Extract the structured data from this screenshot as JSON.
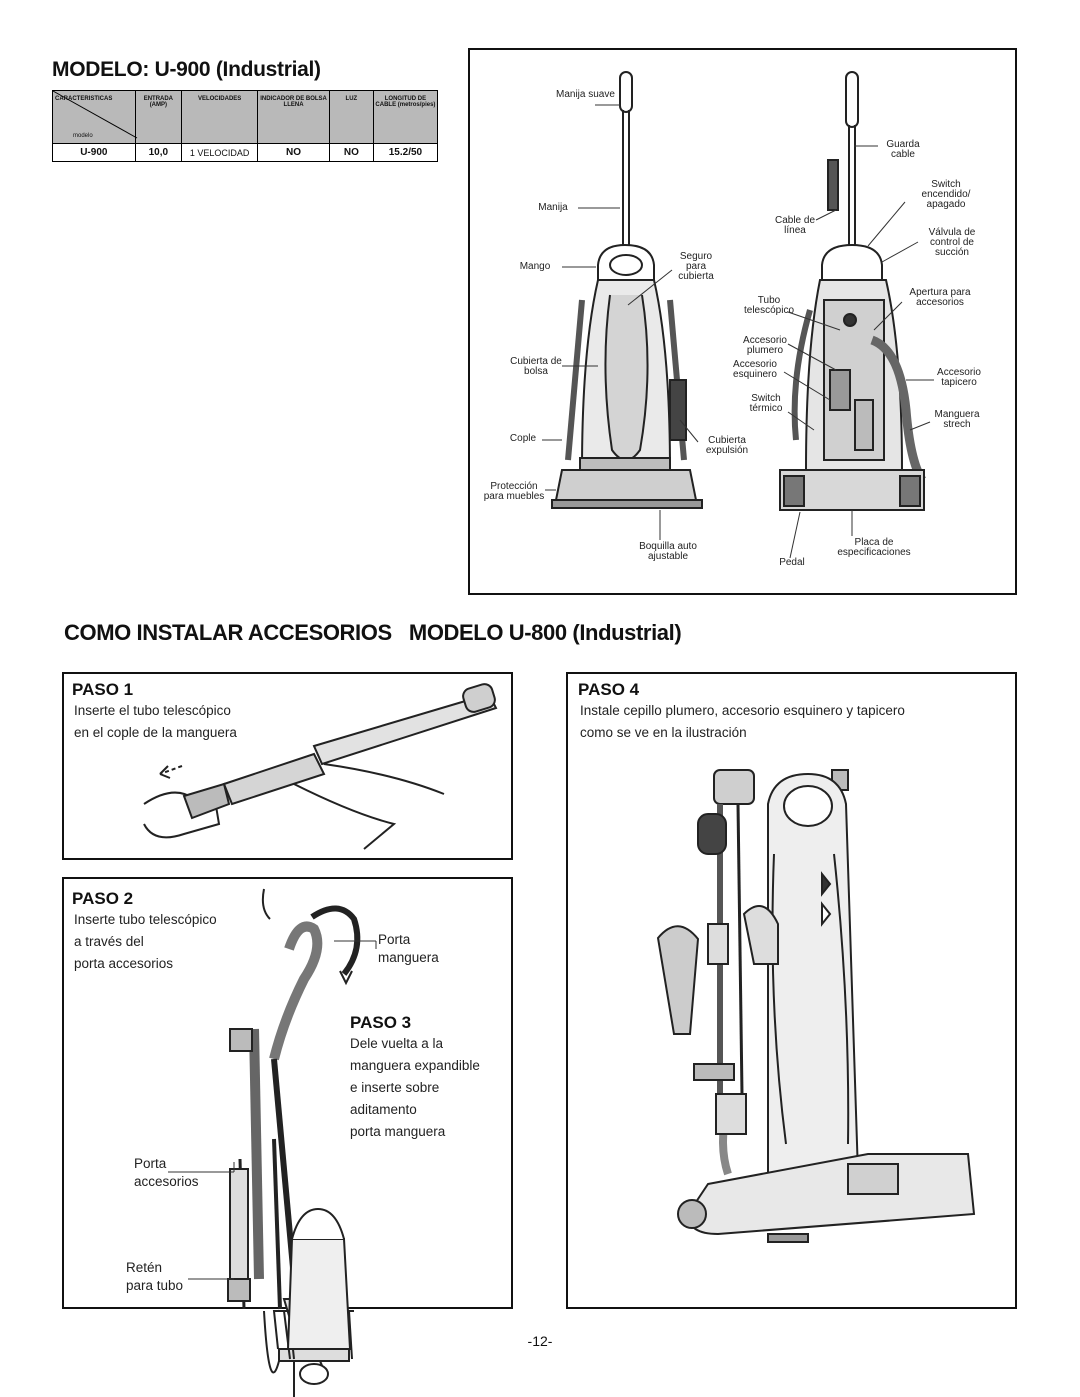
{
  "model_heading": {
    "prefix": "MODELO: ",
    "model": "U-900",
    "suffix": "(Industrial)"
  },
  "spec_table": {
    "corner_top": "CARACTERISTICAS",
    "corner_bottom": "modelo",
    "headers": [
      "ENTRADA (AMP)",
      "VELOCIDADES",
      "INDICADOR DE BOLSA LLENA",
      "LUZ",
      "LONGITUD DE CABLE (metros/pies)"
    ],
    "row": [
      "U-900",
      "10,0",
      "1 VELOCIDAD",
      "NO",
      "NO",
      "15.2/50"
    ]
  },
  "diagram_labels": {
    "manija_suave": "Manija suave",
    "manija": "Manija",
    "mango": "Mango",
    "seguro_para_cubierta": "Seguro para cubierta",
    "cubierta_de_bolsa": "Cubierta de bolsa",
    "cople": "Cople",
    "cubierta_expulsion": "Cubierta expulsión",
    "proteccion_para_muebles": "Protección para muebles",
    "boquilla_auto_ajustable": "Boquilla auto ajustable",
    "guarda_cable": "Guarda cable",
    "switch_encendido_apagado": "Switch encendido/ apagado",
    "cable_de_linea": "Cable de línea",
    "valvula_control_succion": "Válvula de control de succión",
    "apertura_para_accesorios": "Apertura para accesorios",
    "tubo_telescopico": "Tubo telescópico",
    "accesorio_plumero": "Accesorio plumero",
    "accesorio_esquinero": "Accesorio esquinero",
    "accesorio_tapicero": "Accesorio tapicero",
    "switch_termico": "Switch térmico",
    "manguera_strech": "Manguera strech",
    "placa_de_especificaciones": "Placa de especificaciones",
    "pedal": "Pedal"
  },
  "install_heading": {
    "left": "COMO INSTALAR ACCESORIOS",
    "right_prefix": "MODELO ",
    "model": "U-800",
    "suffix": "(Industrial)"
  },
  "paso1": {
    "title": "PASO 1",
    "lines": [
      "Inserte el tubo telescópico",
      "en el cople de la manguera"
    ]
  },
  "paso2": {
    "title": "PASO 2",
    "lines": [
      "Inserte tubo telescópico",
      "a través del",
      "porta accesorios"
    ],
    "porta_manguera": [
      "Porta",
      "manguera"
    ],
    "porta_accesorios": [
      "Porta",
      "accesorios"
    ],
    "reten": [
      "Retén",
      "para tubo"
    ]
  },
  "paso3": {
    "title": "PASO 3",
    "lines": [
      "Dele vuelta a la",
      "manguera expandible",
      "e inserte sobre",
      "aditamento",
      "porta manguera"
    ]
  },
  "paso4": {
    "title": "PASO 4",
    "lines": [
      "Instale cepillo plumero, accesorio esquinero y tapicero",
      "como se ve en la ilustración"
    ]
  },
  "page_number": "-12-"
}
